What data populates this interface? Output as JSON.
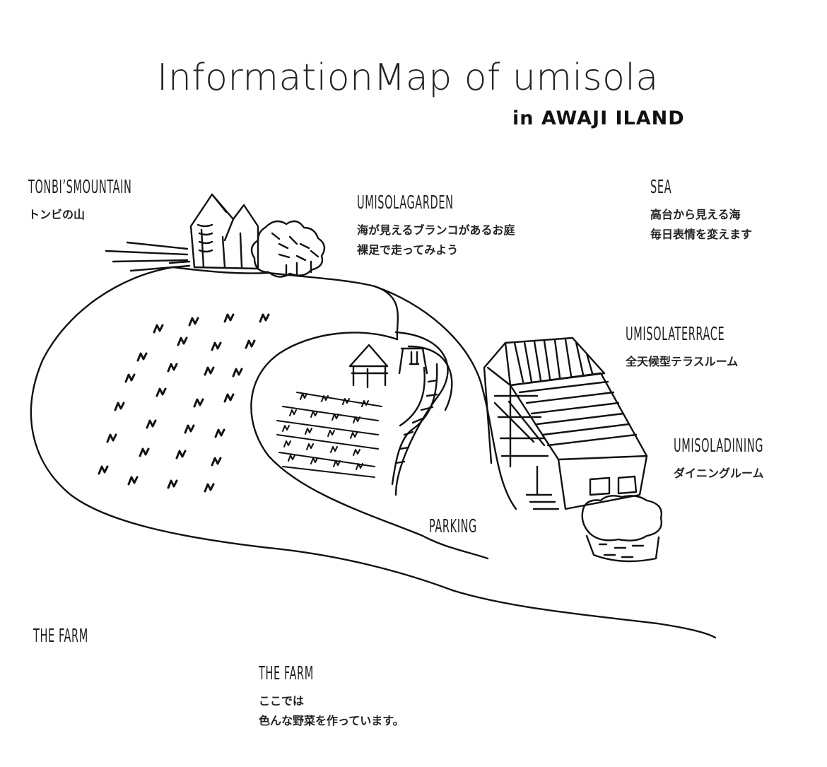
{
  "header": {
    "title": "InformationMap  of  umisola",
    "subtitle": "in AWAJI ILAND"
  },
  "spots": {
    "mountain": {
      "name": "TONBI’SMOUNTAIN",
      "lines": [
        "トンビの山"
      ]
    },
    "garden": {
      "name": "UMISOLAGARDEN",
      "lines": [
        "海が見えるブランコがあるお庭",
        "裸足で走ってみよう"
      ]
    },
    "sea": {
      "name": "SEA",
      "lines": [
        "高台から見える海",
        "毎日表情を変えます"
      ]
    },
    "terrace": {
      "name": "UMISOLATERRACE",
      "lines": [
        "全天候型テラスルーム"
      ]
    },
    "dining": {
      "name": "UMISOLADINING",
      "lines": [
        "ダイニングルーム"
      ]
    },
    "parking": {
      "name": "PARKING"
    },
    "farm_left": {
      "name": "THE  FARM"
    },
    "farm": {
      "name": "THE FARM",
      "lines": [
        "ここでは",
        "色んな野菜を作っています。"
      ]
    }
  },
  "colors": {
    "ink": "#111111",
    "paper": "#ffffff"
  }
}
